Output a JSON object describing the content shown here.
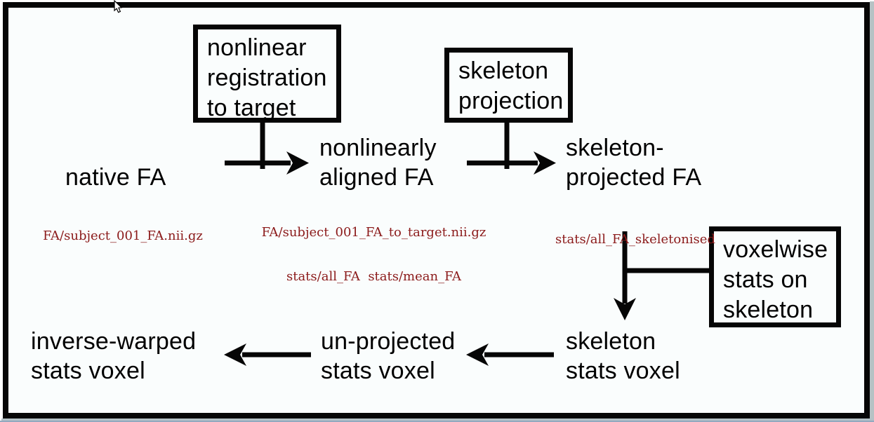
{
  "diagram": {
    "title_semantic": "TBSS FA processing pipeline flowchart",
    "colors": {
      "text": "#000000",
      "file_label": "#8b1a1a",
      "wire": "#060606",
      "canvas": "#fafdfd"
    },
    "nodes": {
      "native_fa": {
        "lines": [
          "native FA"
        ],
        "files": [
          "FA/subject_001_FA.nii.gz"
        ]
      },
      "aligned_fa": {
        "lines": [
          "nonlinearly",
          "aligned FA"
        ],
        "files": [
          "FA/subject_001_FA_to_target.nii.gz",
          "stats/all_FA  stats/mean_FA"
        ]
      },
      "skeleton_projected_fa": {
        "lines": [
          "skeleton-",
          "projected FA"
        ],
        "files": [
          "stats/all_FA_skeletonised"
        ]
      },
      "skeleton_stats_voxel": {
        "lines": [
          "skeleton",
          "stats voxel"
        ]
      },
      "unprojected_stats_voxel": {
        "lines": [
          "un-projected",
          "stats voxel"
        ]
      },
      "inverse_warped_stats_voxel": {
        "lines": [
          "inverse-warped",
          "stats voxel"
        ]
      }
    },
    "process_boxes": {
      "nonlinear_registration": {
        "lines": [
          "nonlinear",
          "registration",
          "to target"
        ]
      },
      "skeleton_projection": {
        "lines": [
          "skeleton",
          "projection"
        ]
      },
      "voxelwise_stats": {
        "lines": [
          "voxelwise",
          "stats on",
          "skeleton"
        ]
      }
    }
  }
}
